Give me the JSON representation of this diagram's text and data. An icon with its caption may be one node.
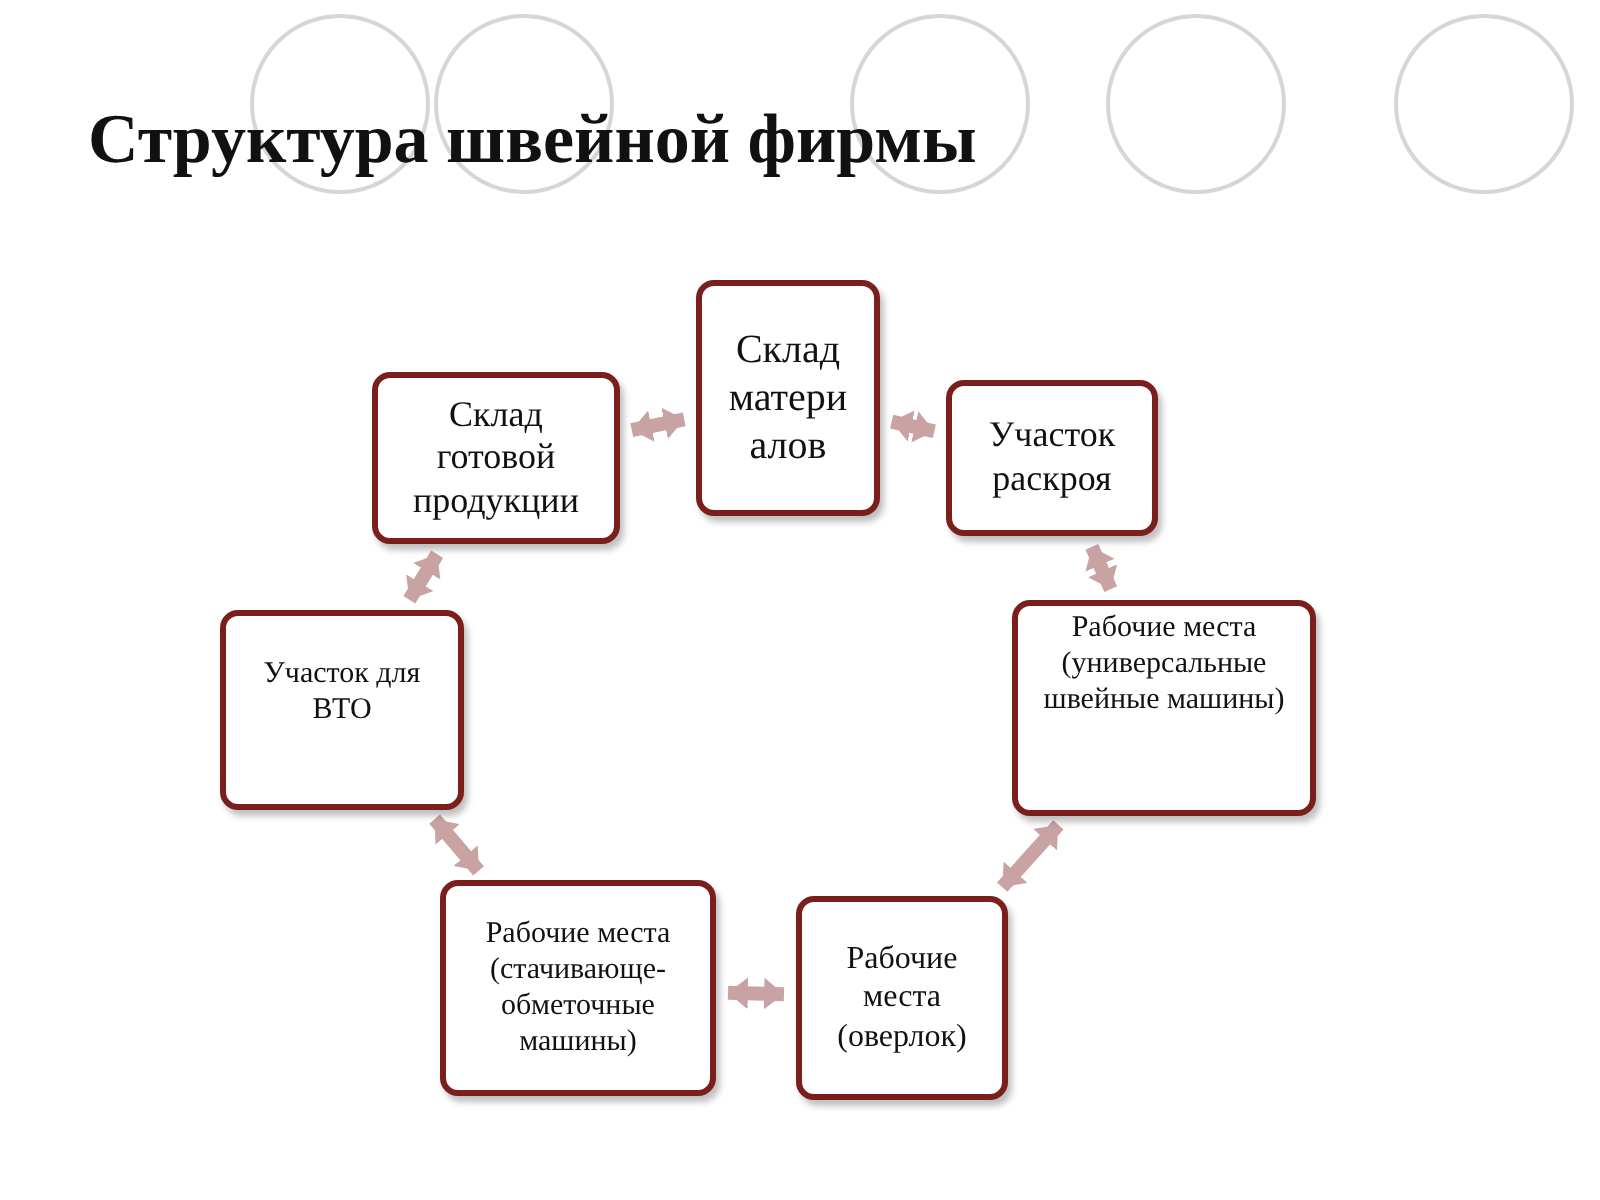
{
  "diagram": {
    "title": "Структура швейной фирмы",
    "nodes": [
      {
        "text": [
          "Склад матери алов"
        ]
      },
      {
        "text": [
          "Участок раскроя"
        ]
      },
      {
        "text": [
          "Рабочие места (универсальные швейные машины)"
        ]
      },
      {
        "text": [
          "Рабочие места (оверлок)"
        ]
      },
      {
        "text": [
          "Рабочие места (стачивающе-обметочные машины)"
        ]
      },
      {
        "text": [
          "Участок для ВТО"
        ]
      },
      {
        "text": [
          "Склад готовой продукции"
        ]
      }
    ],
    "edges": [
      {
        "from": 0,
        "to": 1,
        "arrow": "both"
      },
      {
        "from": 1,
        "to": 2,
        "arrow": "both"
      },
      {
        "from": 2,
        "to": 3,
        "arrow": "both"
      },
      {
        "from": 3,
        "to": 4,
        "arrow": "both"
      },
      {
        "from": 4,
        "to": 5,
        "arrow": "both"
      },
      {
        "from": 5,
        "to": 6,
        "arrow": "both"
      },
      {
        "from": 6,
        "to": 0,
        "arrow": "both"
      }
    ]
  }
}
